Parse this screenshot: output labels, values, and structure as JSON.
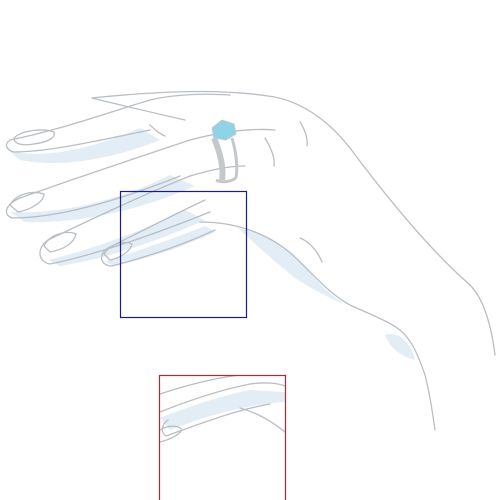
{
  "illustration": {
    "subject": "hand-with-ring"
  },
  "colors": {
    "background": "#ffffff",
    "hand_outline": "#b9bec4",
    "hand_shadow": "#e2edf6",
    "ring_metal": "#c4c8cc",
    "ring_gem": "#8fd3e6",
    "selection_box": "#1e1e7a",
    "zoom_box": "#b8262b"
  },
  "overlays": [
    {
      "name": "selection-box"
    },
    {
      "name": "zoom-preview-box"
    }
  ]
}
